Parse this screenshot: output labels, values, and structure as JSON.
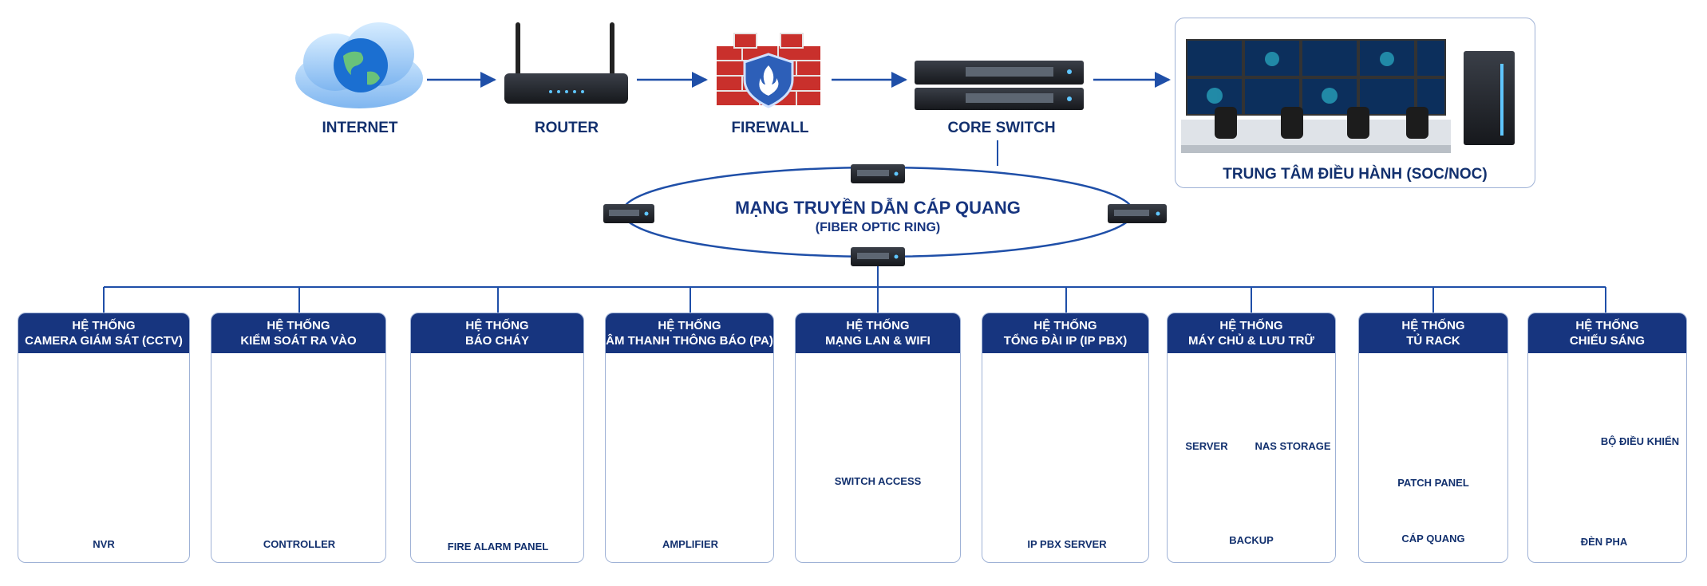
{
  "top_row": {
    "internet": "INTERNET",
    "router": "ROUTER",
    "firewall": "FIREWALL",
    "core_switch": "CORE SWITCH",
    "soc": "TRUNG TÂM ĐIỀU HÀNH (SOC/NOC)"
  },
  "ring": {
    "title": "MẠNG TRUYỀN DẪN CÁP QUANG",
    "subtitle": "(FIBER OPTIC RING)"
  },
  "systems": [
    {
      "line1": "HỆ THỐNG",
      "line2": "CAMERA GIÁM SÁT (CCTV)",
      "labels": [
        "NVR"
      ]
    },
    {
      "line1": "HỆ THỐNG",
      "line2": "KIỂM SOÁT RA VÀO",
      "labels": [
        "CONTROLLER"
      ]
    },
    {
      "line1": "HỆ THỐNG",
      "line2": "BÁO CHÁY",
      "labels": [
        "FIRE ALARM PANEL"
      ]
    },
    {
      "line1": "HỆ THỐNG",
      "line2": "ÂM THANH THÔNG BÁO (PA)",
      "labels": [
        "AMPLIFIER"
      ]
    },
    {
      "line1": "HỆ THỐNG",
      "line2": "MẠNG LAN & WIFI",
      "labels": [
        "SWITCH ACCESS"
      ]
    },
    {
      "line1": "HỆ THỐNG",
      "line2": "TỔNG ĐÀI IP (IP PBX)",
      "labels": [
        "IP PBX SERVER"
      ]
    },
    {
      "line1": "HỆ THỐNG",
      "line2": "MÁY CHỦ & LƯU TRỮ",
      "labels": [
        "SERVER",
        "NAS STORAGE",
        "BACKUP"
      ]
    },
    {
      "line1": "HỆ THỐNG",
      "line2": "TỦ RACK",
      "labels": [
        "PATCH PANEL",
        "CÁP QUANG"
      ]
    },
    {
      "line1": "HỆ THỐNG",
      "line2": "CHIẾU SÁNG",
      "labels": [
        "BỘ ĐIỀU KHIỂN",
        "ĐÈN PHA"
      ]
    }
  ],
  "colors": {
    "navy": "#17357f",
    "line": "#1f4fa8",
    "border": "#9fb2d6",
    "firewall_red": "#c9302c"
  }
}
